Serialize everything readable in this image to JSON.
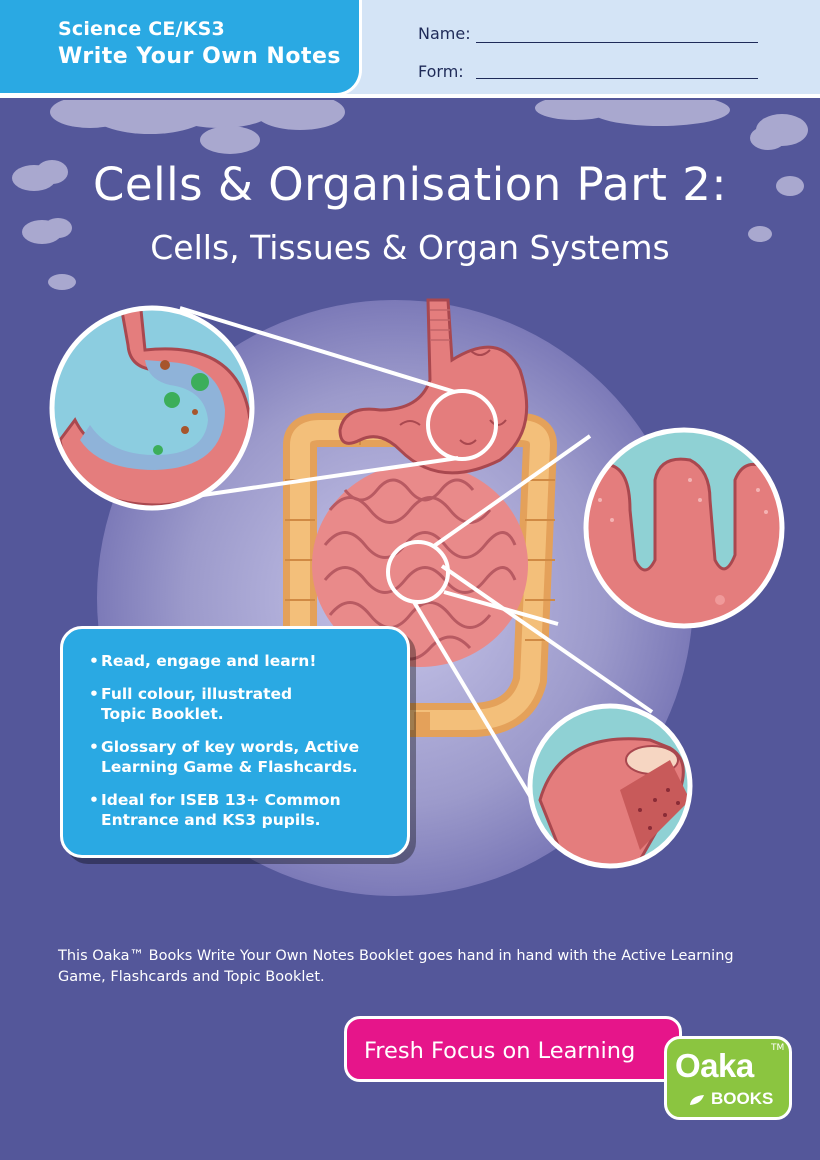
{
  "header": {
    "subject": "Science CE/KS3",
    "series": "Write Your Own Notes",
    "name_label": "Name:",
    "form_label": "Form:"
  },
  "title": "Cells & Organisation Part 2:",
  "subtitle": "Cells, Tissues & Organ Systems",
  "callout": {
    "items": [
      "Read, engage and learn!",
      "Full colour, illustrated\nTopic Booklet.",
      "Glossary of key words, Active\nLearning Game & Flashcards.",
      "Ideal for ISEB 13+ Common\nEntrance and KS3 pupils."
    ]
  },
  "description": "This Oaka™ Books Write Your Own Notes Booklet goes hand in hand with the Active Learning Game, Flashcards and Topic Booklet.",
  "slogan": "Fresh Focus on Learning",
  "logo": {
    "word": "Oaka",
    "sub": "BOOKS",
    "tm": "TM"
  },
  "colors": {
    "background": "#54579a",
    "header": "#d4e4f6",
    "tab": "#2aa9e3",
    "slogan": "#e6158a",
    "logo": "#8bc540"
  }
}
